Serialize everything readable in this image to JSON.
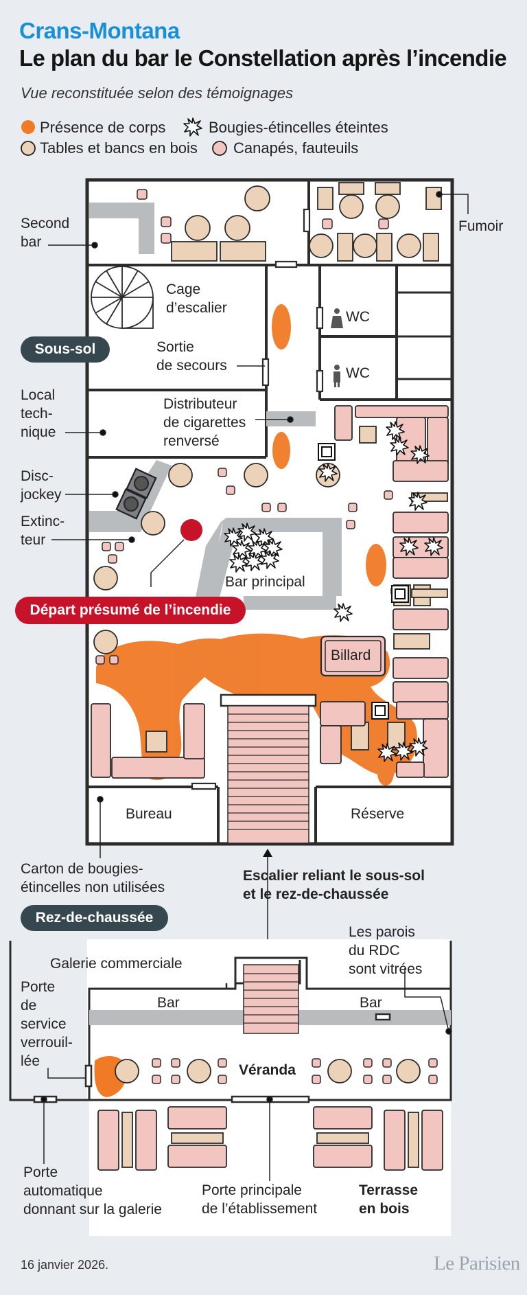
{
  "header": {
    "kicker": "Crans-Montana",
    "title": "Le plan du bar le Constellation après l’incendie",
    "subtitle": "Vue reconstituée selon des témoignages"
  },
  "legend": {
    "bodies": "Présence de corps",
    "sparklers": "Bougies-étincelles éteintes",
    "tables": "Tables et bancs en bois",
    "sofas": "Canapés, fauteuils"
  },
  "colors": {
    "fire_orange": "#f07a26",
    "wood": "#ebd2b8",
    "sofa": "#f3c5c0",
    "fire_red": "#c7132a",
    "wall_gray": "#b9bcbf",
    "pill_dark": "#37474f",
    "brand_blue": "#1b8fd6"
  },
  "labels": {
    "second_bar": [
      "Second",
      "bar"
    ],
    "fumoir": "Fumoir",
    "cage_escalier": [
      "Cage",
      "d’escalier"
    ],
    "sortie_secours": [
      "Sortie",
      "de secours"
    ],
    "sous_sol": "Sous-sol",
    "wc1": "WC",
    "wc2": "WC",
    "local_technique": [
      "Local",
      "tech-",
      "nique"
    ],
    "distributeur": [
      "Distributeur",
      "de cigarettes",
      "renversé"
    ],
    "disc_jockey": [
      "Disc-",
      "jockey"
    ],
    "extincteur": [
      "Extinc-",
      "teur"
    ],
    "bar_principal": "Bar principal",
    "depart_incendie": "Départ présumé de l’incendie",
    "billard": "Billard",
    "bureau": "Bureau",
    "reserve": "Réserve",
    "carton": [
      "Carton de bougies-",
      "étincelles non utilisées"
    ],
    "escalier_reliant": [
      "Escalier reliant le sous-sol",
      "et le rez-de-chaussée"
    ],
    "rez_de_chaussee": "Rez-de-chaussée",
    "parois": [
      "Les parois",
      "du RDC",
      "sont vitrées"
    ],
    "galerie": "Galerie commerciale",
    "porte_service": [
      "Porte",
      "de",
      "service",
      "verrouil-",
      "lée"
    ],
    "bar_left": "Bar",
    "bar_right": "Bar",
    "veranda": "Véranda",
    "porte_auto": [
      "Porte",
      "automatique",
      "donnant sur la galerie"
    ],
    "porte_principale": [
      "Porte principale",
      "de l’établissement"
    ],
    "terrasse": [
      "Terrasse",
      "en bois"
    ]
  },
  "footer": {
    "date": "16 janvier 2026.",
    "logo": "Le Parisien"
  }
}
